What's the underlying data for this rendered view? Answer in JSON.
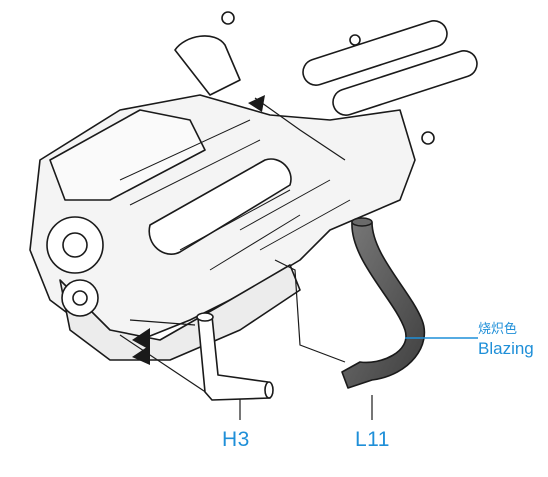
{
  "labels": {
    "part_h3": "H3",
    "part_l11": "L11",
    "color_cn": "烧炽色",
    "color_en": "Blazing"
  },
  "colors": {
    "line": "#1a1a1a",
    "accent": "#1f8fd8",
    "hose_fill": "#5a5a5a",
    "part_fill": "#ffffff",
    "shade": "#cfcfcf"
  },
  "icons": [
    "arrow-icon"
  ]
}
